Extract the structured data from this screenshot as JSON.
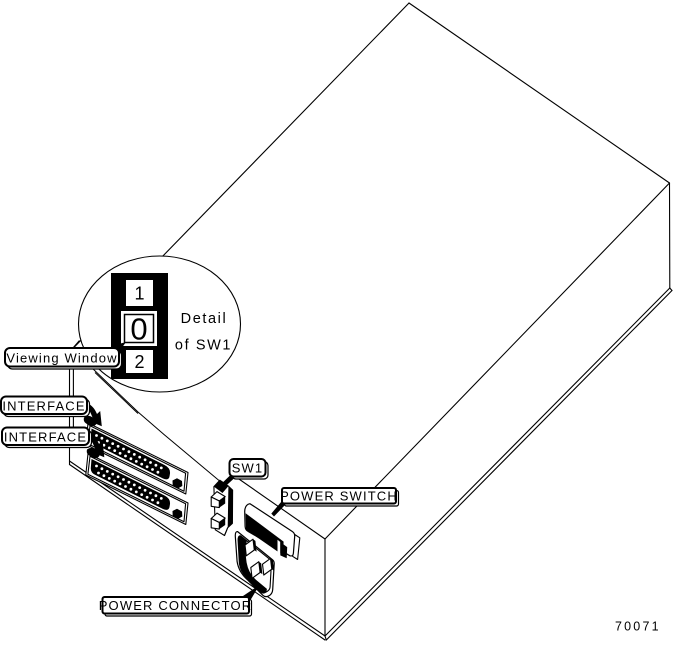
{
  "figure": {
    "number": "70071",
    "colors": {
      "ink": "#000000",
      "paper": "#ffffff"
    },
    "detail_callout": {
      "title_line1": "Detail",
      "title_line2": "of SW1",
      "switch_position_top": "1",
      "switch_position_middle": "0",
      "switch_position_bottom": "2"
    },
    "labels": {
      "viewing_window": "Viewing Window",
      "interface_1": "INTERFACE",
      "interface_2": "INTERFACE",
      "sw1": "SW1",
      "power_switch": "POWER SWITCH",
      "power_connector": "POWER CONNECTOR"
    }
  }
}
